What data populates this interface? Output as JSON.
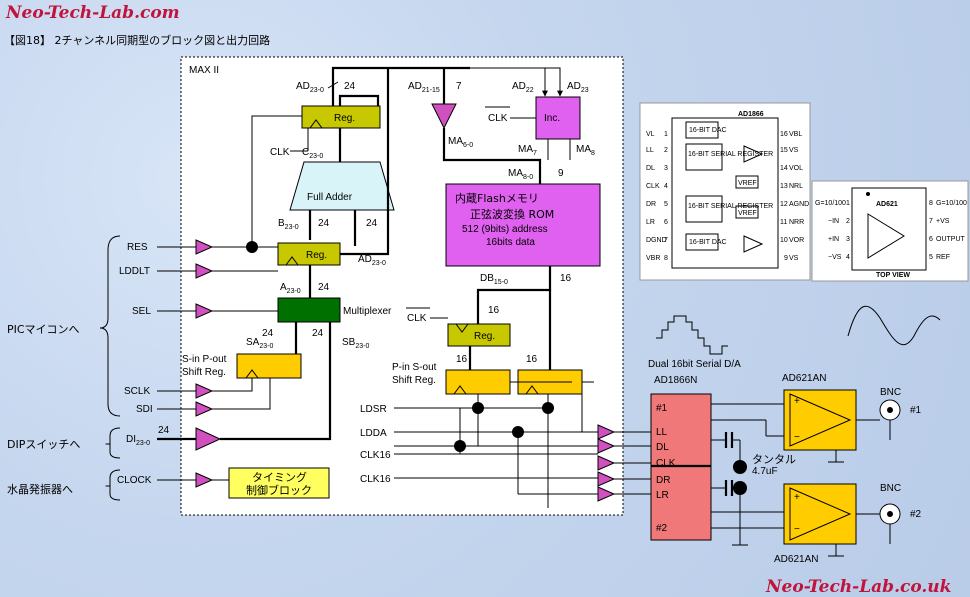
{
  "logo_top": "Neo-Tech-Lab.com",
  "logo_bottom": "Neo-Tech-Lab.co.uk",
  "title": "【図18】 2チャンネル同期型のブロック図と出力回路",
  "maxii": "MAX II",
  "side_pic": "PICマイコンへ",
  "side_dip": "DIPスイッチへ",
  "side_xtal": "水晶発振器へ",
  "sig": {
    "res": "RES",
    "lddlt": "LDDLT",
    "sel": "SEL",
    "sclk": "SCLK",
    "sdi": "SDI",
    "di": "DI",
    "clock": "CLOCK",
    "ldsr": "LDSR",
    "ldda": "LDDA",
    "clk16a": "CLK16",
    "clk16b": "CLK16",
    "clk": "CLK"
  },
  "blocks": {
    "reg": "Reg.",
    "full_adder": "Full Adder",
    "multiplexer": "Multiplexer",
    "inc": "Inc.",
    "flash_l1": "内蔵Flashメモリ",
    "flash_l2": "正弦波変換 ROM",
    "flash_l3": "512 (9bits) address",
    "flash_l4": "16bits data",
    "sinpout_l1": "S-in P-out",
    "sinpout_l2": "Shift Reg.",
    "pinsout_l1": "P-in S-out",
    "pinsout_l2": "Shift Reg.",
    "timing_l1": "タイミング",
    "timing_l2": "制御ブロック"
  },
  "buses": {
    "n24": "24",
    "n7": "7",
    "n9": "9",
    "n16": "16",
    "ad": "AD",
    "s23": "23-0",
    "s2115": "21-15",
    "s22": "22",
    "s23b": "23",
    "c": "C",
    "b": "B",
    "a": "A",
    "sa": "SA",
    "sb": "SB",
    "ma": "MA",
    "s60": "6-0",
    "s7": "7",
    "s8": "8",
    "s80": "8-0",
    "db": "DB",
    "s150": "15-0",
    "di_sub": "23-0"
  },
  "dac": {
    "caption": "Dual 16bit Serial D/A",
    "part": "AD1866N",
    "ch1": "#1",
    "ch2": "#2",
    "pins": [
      "LL",
      "DL",
      "CLK",
      "DR",
      "LR"
    ],
    "cap": "タンタル",
    "cap_val": "4.7uF"
  },
  "opamp": {
    "u1": "AD621AN",
    "u2": "AD621AN",
    "plus": "+",
    "minus": "−"
  },
  "bnc": {
    "b1": "BNC",
    "b2": "BNC",
    "n1": "#1",
    "n2": "#2"
  },
  "ad1866_chip": {
    "title": "AD1866",
    "left": [
      "VL",
      "LL",
      "DL",
      "CLK",
      "DR",
      "LR",
      "DGND",
      "VBR"
    ],
    "right": [
      "VBL",
      "VS",
      "VOL",
      "NRL",
      "AGND",
      "NRR",
      "VOR",
      "VS"
    ],
    "lnums": [
      "1",
      "2",
      "3",
      "4",
      "5",
      "6",
      "7",
      "8"
    ],
    "rnums": [
      "16",
      "15",
      "14",
      "13",
      "12",
      "11",
      "10",
      "9"
    ],
    "blk_dac": "16-BIT DAC",
    "blk_sr1": "16-BIT SERIAL REGISTER",
    "vref": "VREF"
  },
  "ad621_chip": {
    "title": "AD621",
    "left": [
      "G=10/100",
      "−IN",
      "+IN",
      "−VS"
    ],
    "right": [
      "G=10/100",
      "+VS",
      "OUTPUT",
      "REF"
    ],
    "lnums": [
      "1",
      "2",
      "3",
      "4"
    ],
    "rnums": [
      "8",
      "7",
      "6",
      "5"
    ],
    "caption": "TOP VIEW"
  },
  "colors": {
    "olive": "#c8c800",
    "green": "#007000",
    "magenta": "#e060f0",
    "orange": "#ffcc00",
    "pink": "#f07878",
    "buffer": "#d050c0",
    "timing": "#ffff60"
  }
}
